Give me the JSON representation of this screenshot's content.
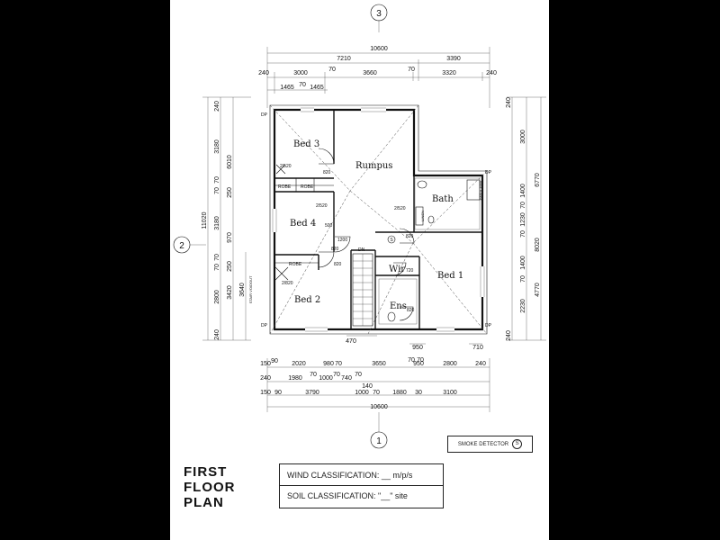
{
  "drawing": {
    "grid_markers": {
      "top": "3",
      "left": "2",
      "bottom": "1"
    },
    "overall_width_top": "10600",
    "overall_width_bottom": "10600",
    "top_dims": {
      "row2": [
        "7210",
        "3390"
      ],
      "row3": [
        "240",
        "3000",
        "70",
        "3660",
        "70",
        "3320",
        "240"
      ],
      "row4": [
        "1465",
        "70",
        "1465"
      ]
    },
    "bottom_dims": {
      "row1": [
        "150",
        "90",
        "2020",
        "980",
        "70",
        "3650",
        "70",
        "70",
        "950",
        "2800",
        "240"
      ],
      "row2": [
        "240",
        "1980",
        "70",
        "1000",
        "70",
        "740",
        "70"
      ],
      "row3": [
        "150",
        "90",
        "3790",
        "140",
        "1000",
        "70",
        "1880",
        "30",
        "3100"
      ]
    },
    "under_plan_dims": [
      "470",
      "950",
      "710"
    ],
    "left_dims": {
      "overall": "11020",
      "col_a": [
        "240",
        "3180",
        "70",
        "70",
        "3180",
        "70",
        "70",
        "2800",
        "240"
      ],
      "col_b": [
        "6010",
        "250",
        "970",
        "250",
        "3420"
      ],
      "col_c": [
        "3640",
        "STAIR VOIDOUT"
      ]
    },
    "right_dims": {
      "col_a": [
        "240",
        "3000",
        "1400",
        "70",
        "1230",
        "70",
        "1400",
        "70",
        "2230",
        "240"
      ],
      "col_b": [
        "6770",
        "8020",
        "4770"
      ]
    },
    "rooms": {
      "bed3": "Bed 3",
      "rumpus": "Rumpus",
      "bath": "Bath",
      "bed4": "Bed 4",
      "bed1": "Bed 1",
      "wir": "Wir",
      "bed2": "Bed 2",
      "ens": "Ens"
    },
    "labels": {
      "robe": "ROBE",
      "linen": "LINEN",
      "shower": "1000 x 1000",
      "dp": "DP",
      "dn": "DN",
      "smoke_symbol": "S",
      "door_2_520": "2/520",
      "door_2_820": "2/820",
      "d820": "820",
      "d720": "720",
      "d500": "500",
      "d1200": "1200"
    }
  },
  "title": {
    "line1": "FIRST",
    "line2": "FLOOR",
    "line3": "PLAN"
  },
  "classification": {
    "wind": "WIND CLASSIFICATION: __ m/p/s",
    "soil": "SOIL CLASSIFICATION: \"__\" site"
  },
  "legend": {
    "smoke_detector": "SMOKE DETECTOR",
    "symbol": "S"
  }
}
